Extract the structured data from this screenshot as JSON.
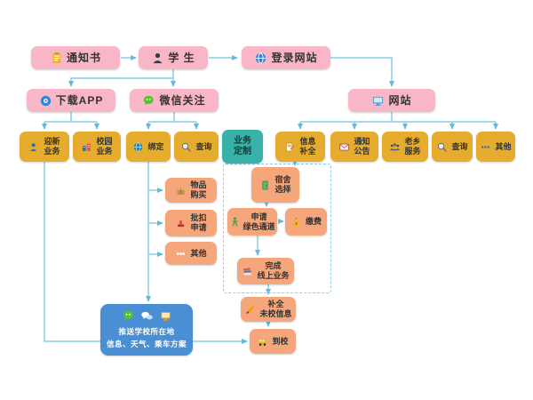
{
  "palette": {
    "box_pink": "#f8b6c6",
    "box_gold": "#e5ac2e",
    "box_orange": "#f5a67b",
    "box_teal": "#38b2a8",
    "box_blue": "#4a8fd3",
    "connector": "#86cde9"
  },
  "nodes": {
    "notice": {
      "label": "通知书",
      "icon": "doc"
    },
    "student": {
      "label": "学 生",
      "icon": "person"
    },
    "login": {
      "label": "登录网站",
      "icon": "globe"
    },
    "app": {
      "label": "下载APP",
      "icon": "app"
    },
    "wechat": {
      "label": "微信关注",
      "icon": "wechat"
    },
    "website": {
      "label": "网站",
      "icon": "monitor"
    },
    "welcome": {
      "label": "迎新\n业务",
      "icon": "newstudent"
    },
    "campus": {
      "label": "校园\n业务",
      "icon": "campus"
    },
    "bind": {
      "label": "绑定",
      "icon": "globe2"
    },
    "query1": {
      "label": "查询",
      "icon": "magnifier"
    },
    "custom": {
      "label": "业务\n定制"
    },
    "infofill": {
      "label": "信息\n补全",
      "icon": "form"
    },
    "announce": {
      "label": "通知\n公告",
      "icon": "mail"
    },
    "hometown": {
      "label": "老乡\n服务",
      "icon": "people"
    },
    "query2": {
      "label": "查询",
      "icon": "magnifier"
    },
    "other1": {
      "label": "其他",
      "icon": "dots"
    },
    "purchase": {
      "label": "物品\n购买",
      "icon": "box"
    },
    "deduct": {
      "label": "批扣\n申请",
      "icon": "stamp"
    },
    "other2": {
      "label": "其他",
      "icon": "ooo"
    },
    "dorm": {
      "label": "宿舍\n选择",
      "icon": "door"
    },
    "green": {
      "label": "申请\n绿色通道",
      "icon": "greenman"
    },
    "pay": {
      "label": "缴费",
      "icon": "moneybag"
    },
    "complete": {
      "label": "完成\n线上业务",
      "icon": "books"
    },
    "fillinfo": {
      "label": "补全\n未校信息",
      "icon": "pencil"
    },
    "arrive": {
      "label": "到校",
      "icon": "bus"
    },
    "push": {
      "label": "推送学校所在地\n信息、天气、乘车方案",
      "icons": [
        "wechat",
        "chat",
        "screen"
      ]
    }
  }
}
